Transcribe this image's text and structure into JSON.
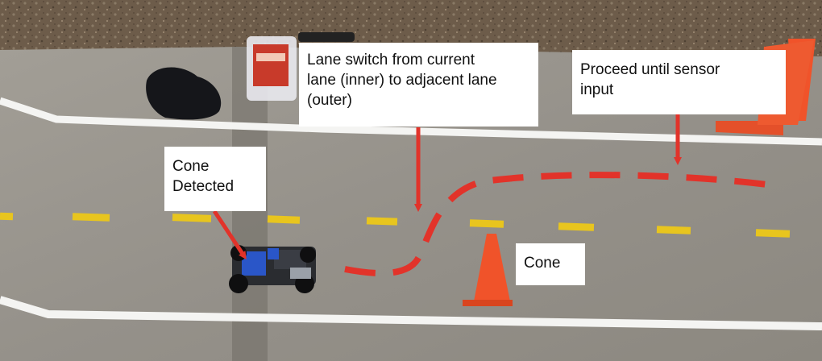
{
  "colors": {
    "gravel": "#6d5c4a",
    "concrete": "#9a968e",
    "tape_white": "#f4f4f2",
    "tape_yellow": "#e8c51e",
    "path_red": "#e2332a",
    "cone_orange": "#f0532a",
    "callout_bg": "#ffffff"
  },
  "annotations": {
    "lane_switch": {
      "lines": [
        "Lane switch from current",
        "lane (inner) to adjacent lane",
        "(outer)"
      ]
    },
    "proceed": {
      "lines": [
        "Proceed until sensor",
        "input"
      ]
    },
    "cone_detected": {
      "lines": [
        "Cone",
        "Detected"
      ]
    },
    "cone": {
      "lines": [
        "Cone"
      ]
    }
  }
}
